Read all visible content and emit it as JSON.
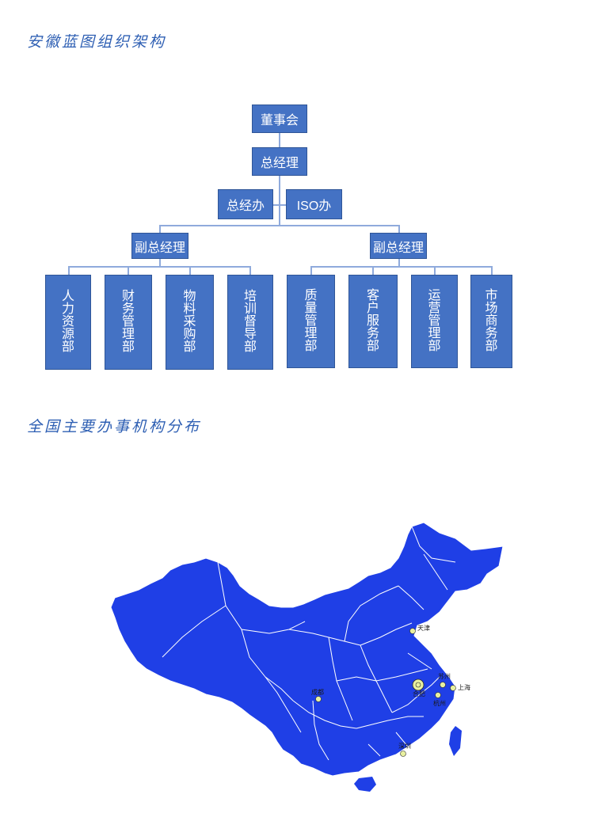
{
  "page": {
    "org_title": "安徽蓝图组织架构",
    "map_title": "全国主要办事机构分布"
  },
  "org": {
    "board": "董事会",
    "gm": "总经理",
    "gm_office": "总经办",
    "iso_office": "ISO办",
    "vp_left": "副总经理",
    "vp_right": "副总经理",
    "departments": [
      "人力资源部",
      "财务管理部",
      "物料采购部",
      "培训督导部",
      "质量管理部",
      "客户服务部",
      "运营管理部",
      "市场商务部"
    ]
  },
  "map": {
    "fill_color": "#1f3fe6",
    "border_color": "#ffffff",
    "cities": [
      "天津",
      "苏州",
      "上海",
      "合肥",
      "杭州",
      "成都",
      "深圳"
    ]
  }
}
